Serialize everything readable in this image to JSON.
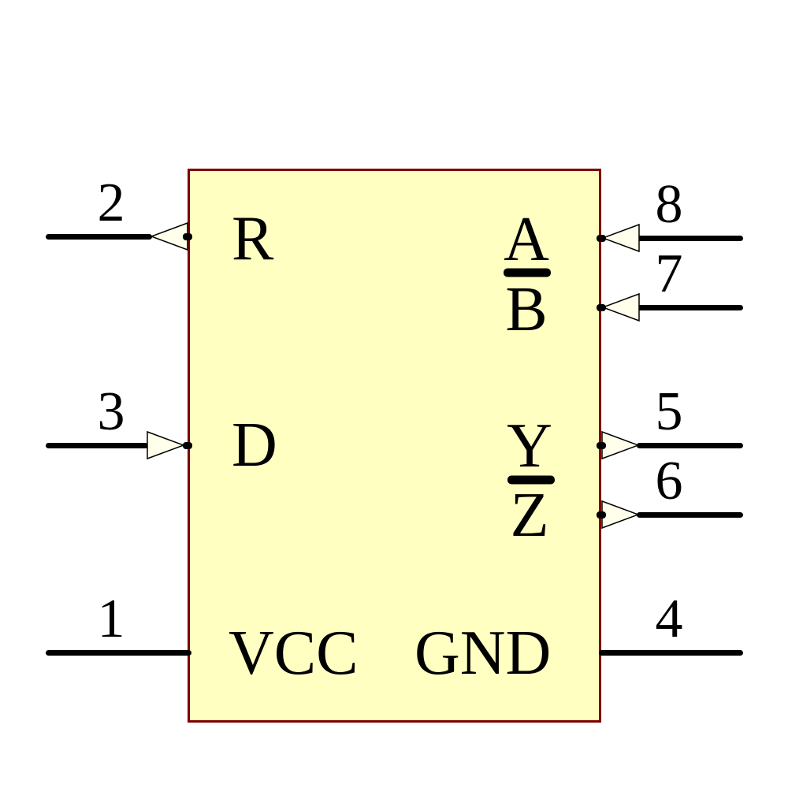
{
  "diagram": {
    "kind": "schematic-component-symbol",
    "colors": {
      "body_fill": "#FFFFC2",
      "body_border": "#7E0000",
      "pin_line": "#000000",
      "label_text": "#000000",
      "arrow_fill": "#FFFFEC",
      "arrow_stroke": "#000000",
      "background": "#FFFFFF"
    },
    "pins": {
      "p1": {
        "number": "1",
        "side": "left",
        "label": "VCC",
        "arrow": "none",
        "overline": false
      },
      "p2": {
        "number": "2",
        "side": "left",
        "label": "R",
        "arrow": "output",
        "overline": false
      },
      "p3": {
        "number": "3",
        "side": "left",
        "label": "D",
        "arrow": "input",
        "overline": false
      },
      "p4": {
        "number": "4",
        "side": "right",
        "label": "GND",
        "arrow": "none",
        "overline": false
      },
      "p5": {
        "number": "5",
        "side": "right",
        "label": "Y",
        "arrow": "output",
        "overline": false
      },
      "p6": {
        "number": "6",
        "side": "right",
        "label": "Z",
        "arrow": "output",
        "overline": true
      },
      "p7": {
        "number": "7",
        "side": "right",
        "label": "B",
        "arrow": "input",
        "overline": true
      },
      "p8": {
        "number": "8",
        "side": "right",
        "label": "A",
        "arrow": "input",
        "overline": false
      }
    },
    "left_pin_order_top_to_bottom": [
      "2",
      "3",
      "1"
    ],
    "right_pin_order_top_to_bottom": [
      "8",
      "7",
      "5",
      "6",
      "4"
    ]
  }
}
